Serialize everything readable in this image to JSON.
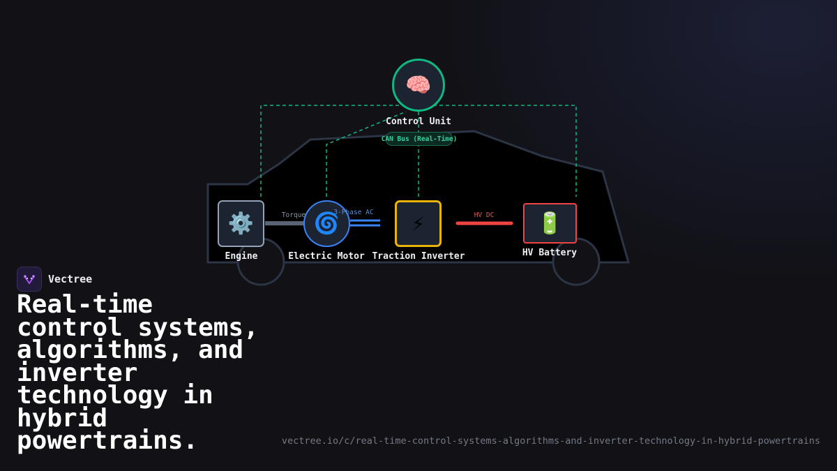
{
  "colors": {
    "background": "#111116",
    "control": "#10b981",
    "motor": "#3b82f6",
    "inverter": "#eab308",
    "battery": "#ef4444",
    "engine": "#94a3b8",
    "car_outline": "#2c3545"
  },
  "diagram": {
    "control_unit": {
      "icon": "brain-icon",
      "glyph": "🧠",
      "label": "Control Unit"
    },
    "can_bus_label": "CAN Bus (Real-Time)",
    "engine": {
      "icon": "gear-icon",
      "glyph": "⚙️",
      "label": "Engine"
    },
    "motor": {
      "icon": "cyclone-icon",
      "glyph": "🌀",
      "label": "Electric Motor"
    },
    "inverter": {
      "icon": "lightning-icon",
      "glyph": "⚡",
      "label": "Traction Inverter"
    },
    "battery": {
      "icon": "battery-icon",
      "glyph": "🔋",
      "label": "HV Battery"
    },
    "connections": {
      "torque": "Torque",
      "phase_ac": "3-Phase AC",
      "hv_dc": "HV DC"
    }
  },
  "brand": {
    "name": "Vectree",
    "logo_icon": "vectree-logo-icon"
  },
  "headline": "Real-time control systems, algorithms, and inverter technology in hybrid powertrains.",
  "url": "vectree.io/c/real-time-control-systems-algorithms-and-inverter-technology-in-hybrid-powertrains"
}
